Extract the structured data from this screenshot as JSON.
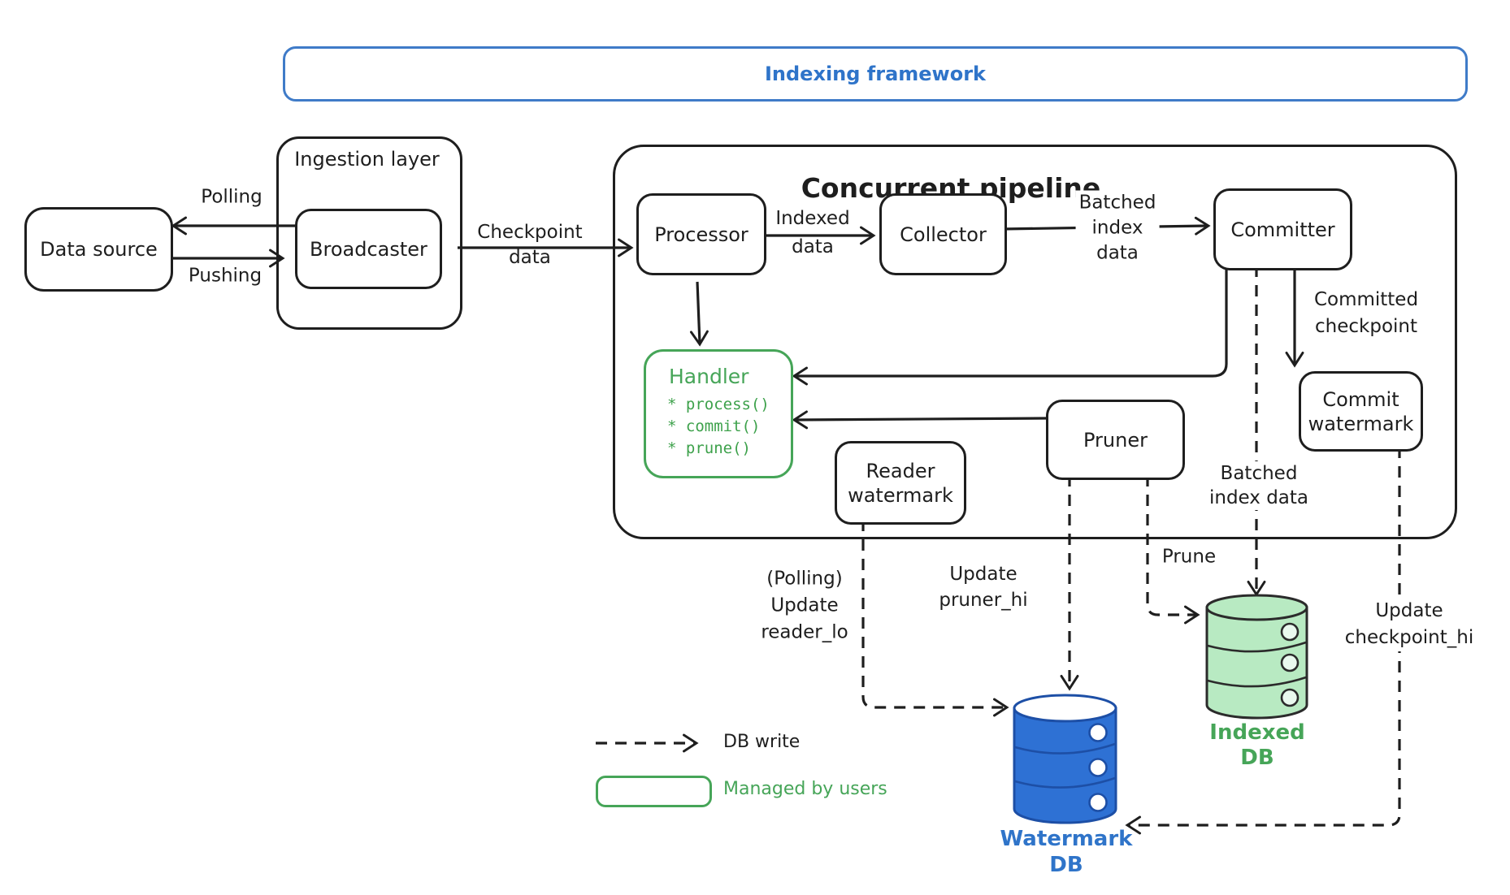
{
  "diagram": {
    "banner": "Indexing framework",
    "nodes": {
      "data_source": "Data source",
      "ingestion_layer": "Ingestion layer",
      "broadcaster": "Broadcaster",
      "pipeline_title": "Concurrent pipeline",
      "processor": "Processor",
      "collector": "Collector",
      "committer": "Committer",
      "handler_title": "Handler",
      "handler_items": [
        "* process()",
        "* commit()",
        "* prune()"
      ],
      "reader_watermark": [
        "Reader",
        "watermark"
      ],
      "pruner": "Pruner",
      "commit_watermark": [
        "Commit",
        "watermark"
      ],
      "watermark_db": [
        "Watermark",
        "DB"
      ],
      "indexed_db": [
        "Indexed",
        "DB"
      ]
    },
    "edge_labels": {
      "polling": "Polling",
      "pushing": "Pushing",
      "checkpoint_data": [
        "Checkpoint",
        "data"
      ],
      "indexed_data": [
        "Indexed",
        "data"
      ],
      "batched_index_top": [
        "Batched",
        "index",
        "data"
      ],
      "committed_checkpoint": [
        "Committed",
        "checkpoint"
      ],
      "batched_index_bottom": [
        "Batched",
        "index data"
      ],
      "prune": "Prune",
      "update_reader_lo": [
        "(Polling)",
        "Update",
        "reader_lo"
      ],
      "update_pruner_hi": [
        "Update",
        "pruner_hi"
      ],
      "update_checkpoint_hi": [
        "Update",
        "checkpoint_hi"
      ]
    },
    "legend": {
      "db_write": "DB write",
      "managed_by_users": "Managed by users"
    },
    "colors": {
      "blue_accent": "#3f7bc8",
      "blue_fill": "#2e71d4",
      "blue_stroke": "#1d4fa6",
      "green_accent": "#46a558",
      "green_fill": "#b8eac2",
      "ink": "#1e1e1e"
    }
  }
}
